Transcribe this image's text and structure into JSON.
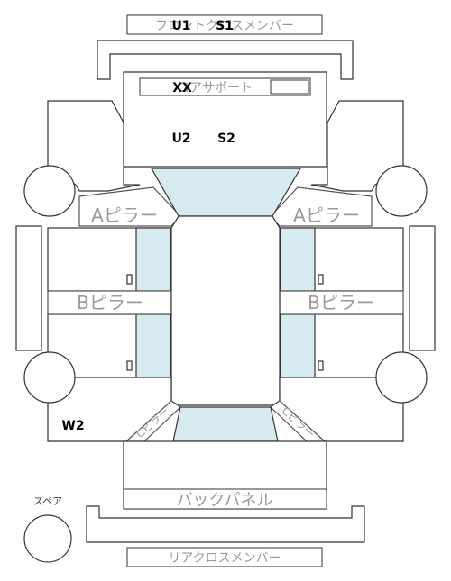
{
  "parts": {
    "front_cross_member": "フロントクロスメンバー",
    "core_support": "コアサポート",
    "a_pillar_left": "Aピラー",
    "a_pillar_right": "Aピラー",
    "b_pillar_left": "Bピラー",
    "b_pillar_right": "Bピラー",
    "c_pillar_left": "Cピラー",
    "c_pillar_right": "Cピラー",
    "back_panel": "バックパネル",
    "rear_cross_member": "リアクロスメンバー",
    "spare": "スペア"
  },
  "marks": {
    "front_cross_member": "U1 S1",
    "core_support": "XX",
    "front_area": "U2 S2",
    "rear_left": "W2"
  }
}
